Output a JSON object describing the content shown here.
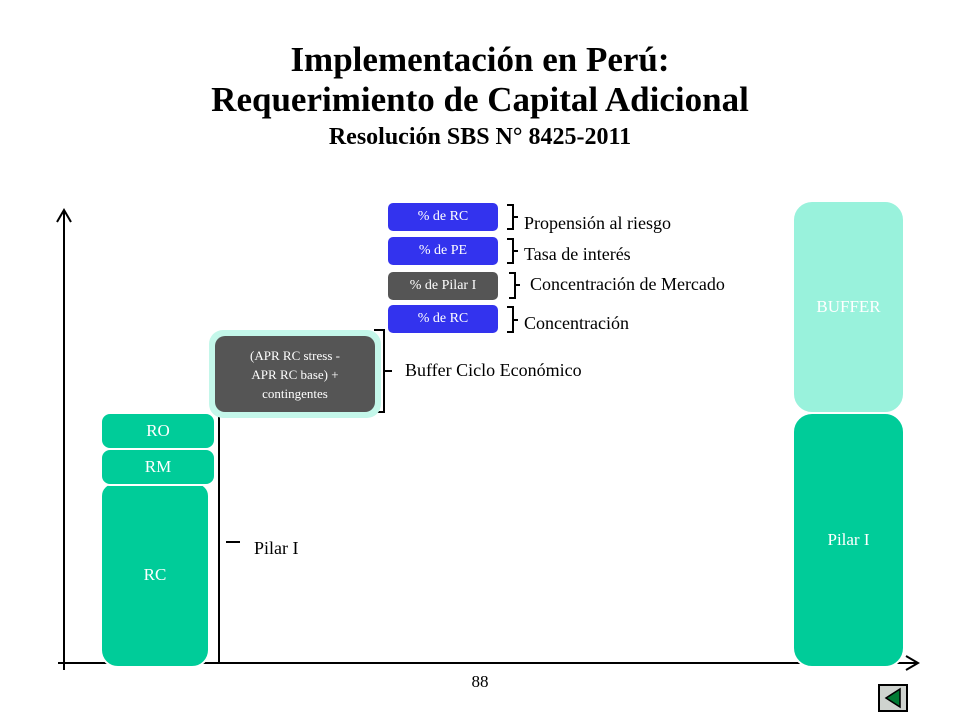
{
  "title": {
    "line1": "Implementación en Perú:",
    "line2": "Requerimiento de Capital Adicional",
    "subtitle": "Resolución SBS N° 8425-2011"
  },
  "left_stack": {
    "ro": "RO",
    "rm": "RM",
    "rc": "RC"
  },
  "stress_box": {
    "line1": "(APR RC stress -",
    "line2": "APR RC base) +",
    "line3": "contingentes"
  },
  "pills": [
    {
      "label": "% de RC",
      "color": "#3333ee"
    },
    {
      "label": "% de PE",
      "color": "#3333ee"
    },
    {
      "label": "% de Pilar I",
      "color": "#555555"
    },
    {
      "label": "% de RC",
      "color": "#3333ee"
    }
  ],
  "pill_descriptions": [
    "Propensión al riesgo",
    "Tasa de interés",
    "Concentración de Mercado",
    "Concentración"
  ],
  "buffer_ciclo_label": "Buffer Ciclo Económico",
  "pilar_i_label": "Pilar I",
  "right_stack": {
    "buffer": "BUFFER",
    "pilar": "Pilar I"
  },
  "colors": {
    "pillar_green": "#00cc99",
    "buffer_light_green": "#99f2dc",
    "pill_blue": "#3333ee",
    "dark_gray": "#555555"
  },
  "page_number": "88"
}
